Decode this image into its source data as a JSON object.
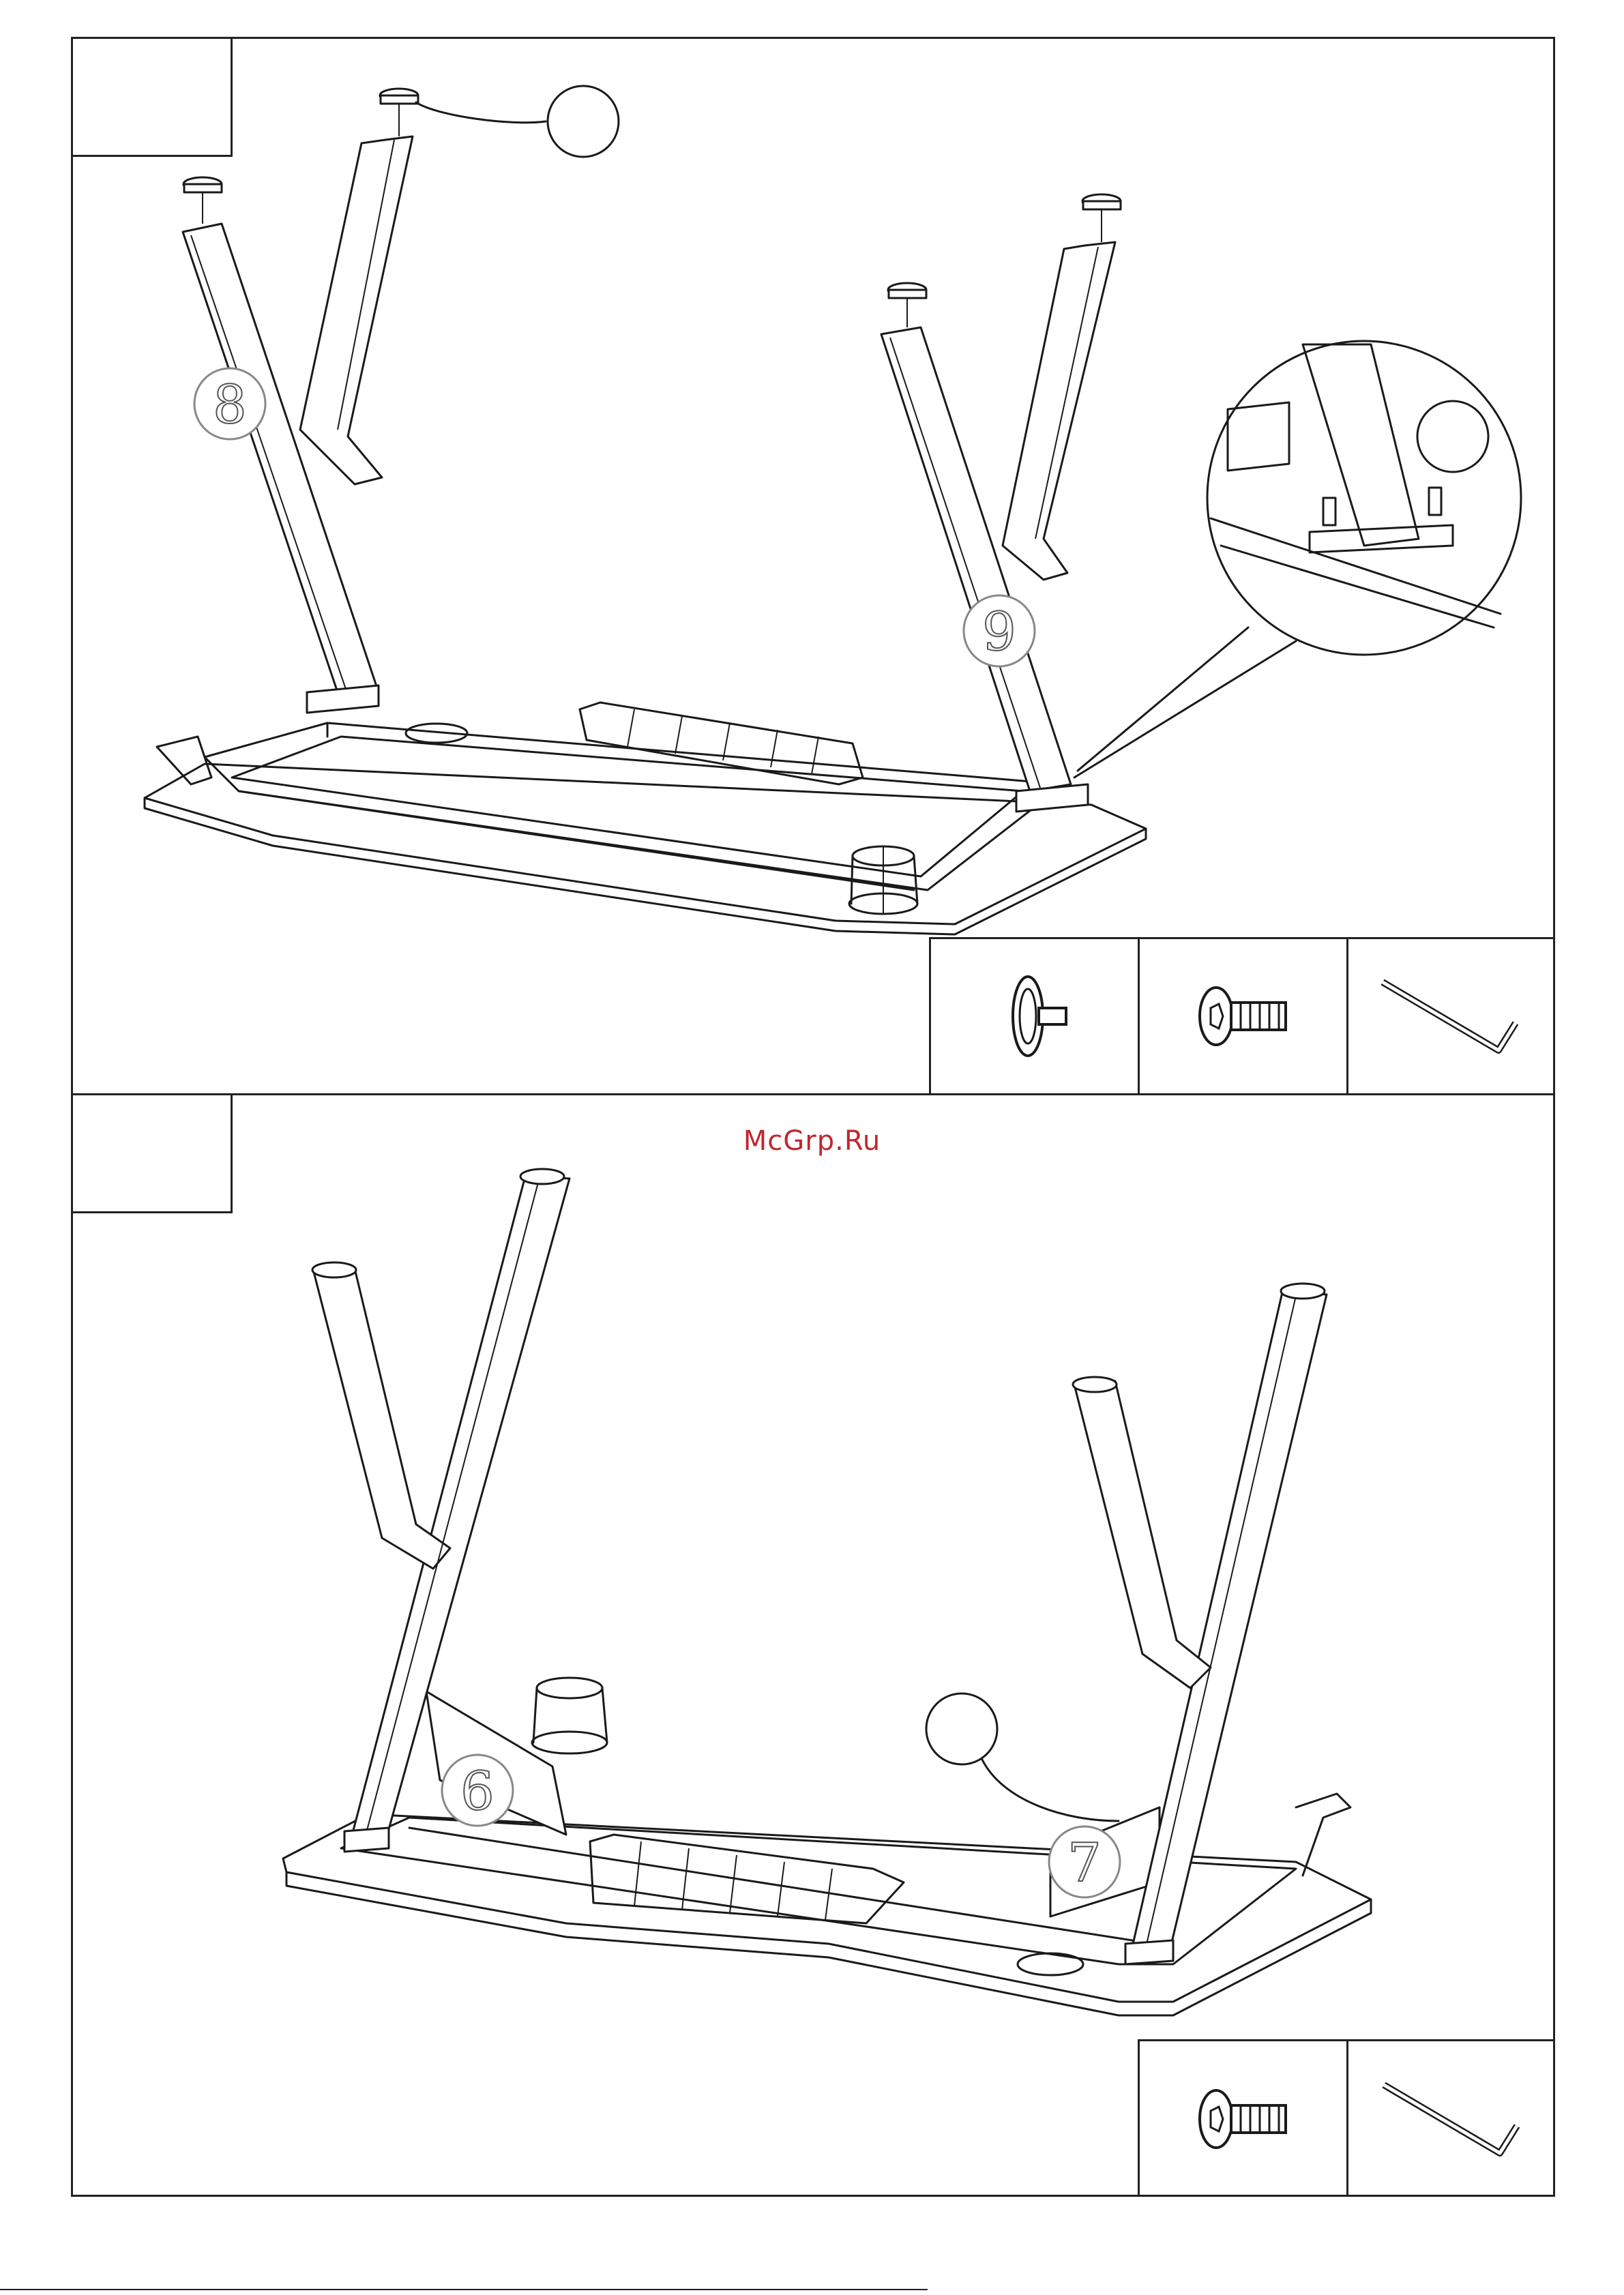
{
  "watermark": {
    "text": "McGrp.Ru",
    "color": "#c0262d"
  },
  "step_top": {
    "callouts": [
      {
        "number": "8"
      },
      {
        "number": "9"
      }
    ],
    "parts": [
      {
        "icon": "leveling-foot-icon"
      },
      {
        "icon": "hex-bolt-icon"
      },
      {
        "icon": "allen-key-icon"
      }
    ]
  },
  "step_bottom": {
    "callouts": [
      {
        "number": "6"
      },
      {
        "number": "7"
      }
    ],
    "parts": [
      {
        "icon": "hex-bolt-icon"
      },
      {
        "icon": "allen-key-icon"
      }
    ]
  },
  "colors": {
    "line": "#1a1a1a",
    "callout_stroke": "#555555"
  }
}
